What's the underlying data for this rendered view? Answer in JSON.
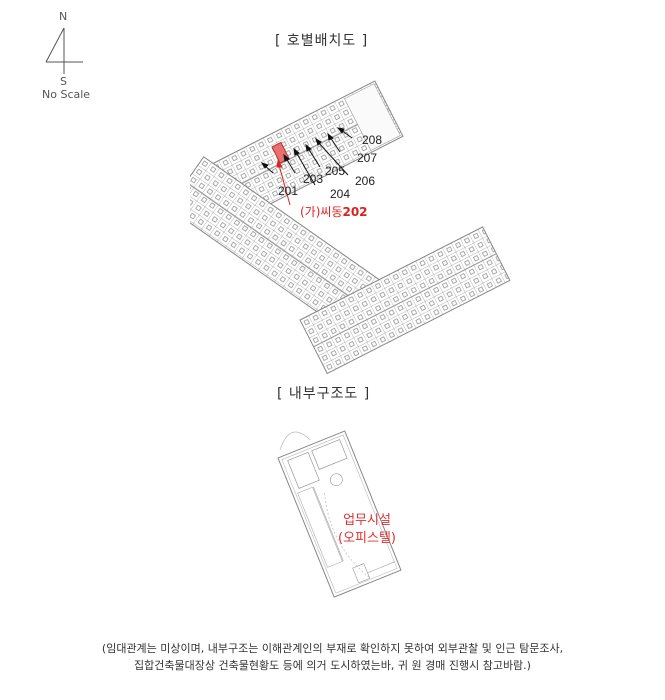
{
  "compass": {
    "north": "N",
    "south": "S",
    "scale_note": "No Scale",
    "icon": "north-arrow-icon"
  },
  "site_plan": {
    "title": "[ 호별배치도 ]",
    "unit_labels": [
      "201",
      "203",
      "204",
      "205",
      "206",
      "207",
      "208"
    ],
    "highlight": {
      "prefix": "(가)씨동",
      "unit": "202",
      "color": "#e02020",
      "fill": "#e87070"
    }
  },
  "floor_plan": {
    "title": "[ 내부구조도 ]",
    "label_line1": "업무시설",
    "label_line2": "(오피스텔)",
    "label_color": "#e03030"
  },
  "footnote": {
    "line1": "(임대관계는 미상이며,  내부구조는 이해관계인의 부재로 확인하지 못하여 외부관찰 및 인근 탐문조사,",
    "line2": "집합건축물대장상 건축물현황도 등에 의거 도시하였는바, 귀 원 경매 진행시 참고바람.)"
  }
}
